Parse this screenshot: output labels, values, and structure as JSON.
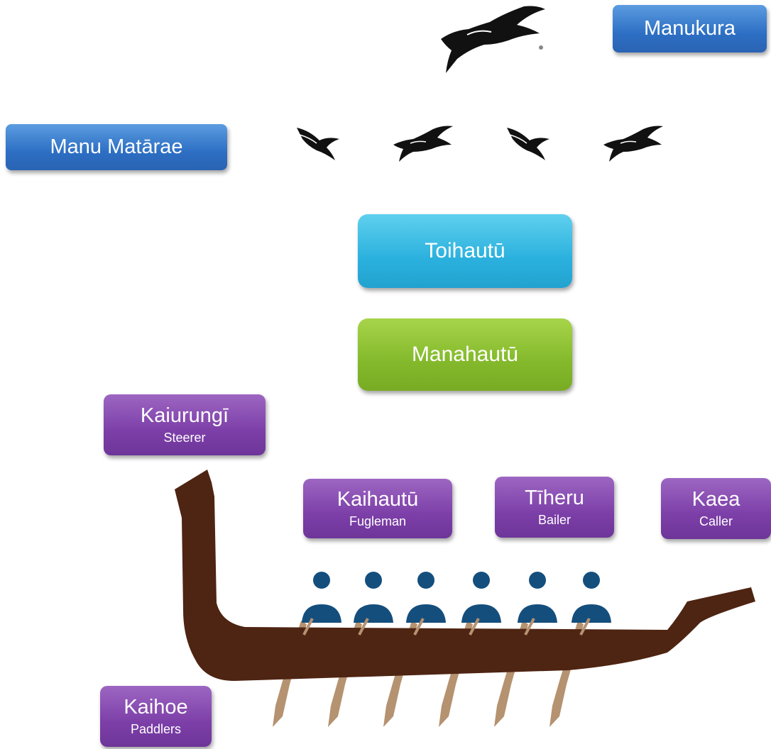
{
  "roles": {
    "manukura": "Manukura",
    "manu_matarae": "Manu Matārae",
    "toihautu": "Toihautū",
    "manahautu": "Manahautū",
    "kaiurungi": {
      "name": "Kaiurungī",
      "desc": "Steerer"
    },
    "kaihautu": {
      "name": "Kaihautū",
      "desc": "Fugleman"
    },
    "tiheru": {
      "name": "Tīheru",
      "desc": "Bailer"
    },
    "kaea": {
      "name": "Kaea",
      "desc": "Caller"
    },
    "kaihoe": {
      "name": "Kaihoe",
      "desc": "Paddlers"
    }
  },
  "colors": {
    "canoe": "#4e2412",
    "paddle": "#b59270",
    "paddler": "#144e7d"
  }
}
